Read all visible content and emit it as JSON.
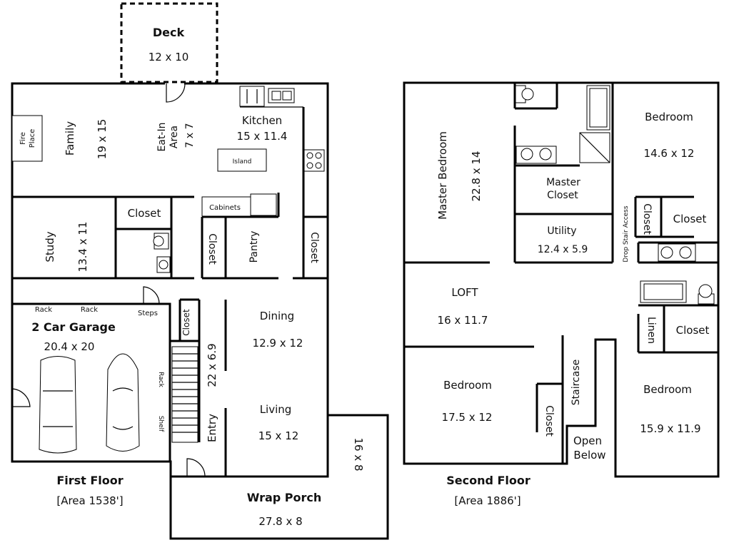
{
  "deck": {
    "name": "Deck",
    "size": "12 x 10"
  },
  "first_floor": {
    "title": "First Floor",
    "area": "[Area 1538']",
    "rooms": {
      "fireplace": {
        "line1": "Fire",
        "line2": "Place"
      },
      "family": {
        "name": "Family",
        "size": "19 x 15"
      },
      "eatin": {
        "line1": "Eat-In",
        "line2": "Area",
        "size": "7 x 7"
      },
      "kitchen": {
        "name": "Kitchen",
        "size": "15 x 11.4"
      },
      "island": "Island",
      "study": {
        "name": "Study",
        "size": "13.4 x 11"
      },
      "closet_study": "Closet",
      "cabinets": "Cabinets",
      "closet_pantry": "Closet",
      "pantry": "Pantry",
      "closet_kitchen": "Closet",
      "garage": {
        "name": "2 Car Garage",
        "size": "20.4 x 20"
      },
      "rack1": "Rack",
      "rack2": "Rack",
      "steps": "Steps",
      "rack3": "Rack",
      "shelf": "Shelf",
      "closet_hall": "Closet",
      "hall": "22 x 6.9",
      "entry": "Entry",
      "dining": {
        "name": "Dining",
        "size": "12.9 x 12"
      },
      "living": {
        "name": "Living",
        "size": "15 x 12"
      },
      "porch_side": "16 x 8",
      "porch": {
        "name": "Wrap Porch",
        "size": "27.8 x 8"
      }
    }
  },
  "second_floor": {
    "title": "Second Floor",
    "area": "[Area 1886']",
    "rooms": {
      "master": {
        "name": "Master Bedroom",
        "size": "22.8 x 14"
      },
      "master_closet": {
        "line1": "Master",
        "line2": "Closet"
      },
      "utility": {
        "name": "Utility",
        "size": "12.4 x 5.9"
      },
      "bedroom1": {
        "name": "Bedroom",
        "size": "14.6 x 12"
      },
      "closet_b1a": "Closet",
      "closet_b1b": "Closet",
      "drop_stair": "Drop Stair Access",
      "loft": {
        "name": "LOFT",
        "size": "16 x 11.7"
      },
      "bedroom2": {
        "name": "Bedroom",
        "size": "17.5 x 12"
      },
      "closet_b2": "Closet",
      "staircase": "Staircase",
      "open_below": {
        "line1": "Open",
        "line2": "Below"
      },
      "linen": "Linen",
      "closet_b3": "Closet",
      "bedroom3": {
        "name": "Bedroom",
        "size": "15.9 x 11.9"
      }
    }
  }
}
